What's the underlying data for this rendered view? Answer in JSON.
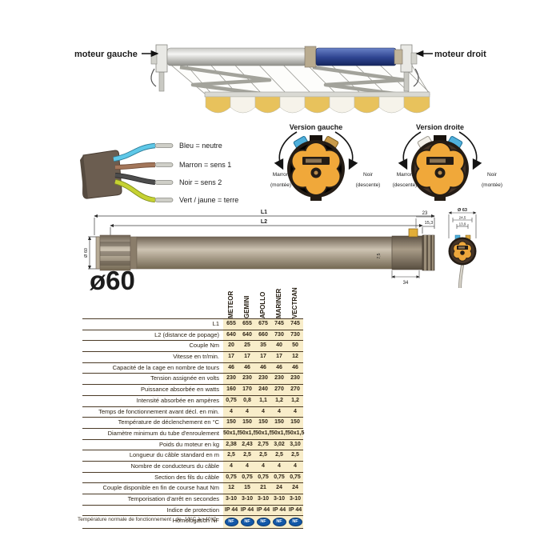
{
  "awning": {
    "label_left": "moteur gauche",
    "label_right": "moteur droit"
  },
  "wiring": {
    "wires": [
      {
        "name": "blue-wire",
        "color": "#5ec8e8",
        "label": "Bleu = neutre"
      },
      {
        "name": "brown-wire",
        "color": "#a3765a",
        "label": "Marron = sens 1"
      },
      {
        "name": "black-wire",
        "color": "#4d4d4d",
        "label": "Noir = sens 2"
      },
      {
        "name": "green-yellow-wire",
        "color": "#c6d232",
        "label": "Vert / jaune = terre"
      }
    ]
  },
  "versions": {
    "gauche": {
      "title": "Version gauche",
      "left_label": "Marron",
      "left_sub": "(montée)",
      "right_label": "Noir",
      "right_sub": "(descente)"
    },
    "droite": {
      "title": "Version droite",
      "left_label": "Marron",
      "left_sub": "(descente)",
      "right_label": "Noir",
      "right_sub": "(montée)"
    }
  },
  "drawing": {
    "dim_l1": "L1",
    "dim_l2": "L2",
    "dim_23": "23",
    "dim_15_3": "15,3",
    "dim_34": "34",
    "dim_7_5": "7,5",
    "dim_d60_side": "Ø 60",
    "dim_d63": "Ø 63",
    "dim_24_5": "24,5",
    "dim_13_9": "13,9",
    "big_diameter": "ø60",
    "accent_color": "#f29b25"
  },
  "table": {
    "columns": [
      "METEOR",
      "GEMINI",
      "APOLLO",
      "MARINER",
      "VECTRAN"
    ],
    "rows": [
      {
        "label": "L1",
        "values": [
          "655",
          "655",
          "675",
          "745",
          "745"
        ]
      },
      {
        "label": "L2 (distance de popage)",
        "values": [
          "640",
          "640",
          "660",
          "730",
          "730"
        ]
      },
      {
        "label": "Couple Nm",
        "values": [
          "20",
          "25",
          "35",
          "40",
          "50"
        ]
      },
      {
        "label": "Vitesse en tr/min.",
        "values": [
          "17",
          "17",
          "17",
          "17",
          "12"
        ]
      },
      {
        "label": "Capacité de la cage en nombre de tours",
        "values": [
          "46",
          "46",
          "46",
          "46",
          "46"
        ]
      },
      {
        "label": "Tension assignée en volts",
        "values": [
          "230",
          "230",
          "230",
          "230",
          "230"
        ]
      },
      {
        "label": "Puissance absorbée en watts",
        "values": [
          "160",
          "170",
          "240",
          "270",
          "270"
        ]
      },
      {
        "label": "Intensité absorbée en ampères",
        "values": [
          "0,75",
          "0,8",
          "1,1",
          "1,2",
          "1,2"
        ]
      },
      {
        "label": "Temps de fonctionnement avant décl. en min.",
        "values": [
          "4",
          "4",
          "4",
          "4",
          "4"
        ]
      },
      {
        "label": "Température de déclenchement en °C",
        "values": [
          "150",
          "150",
          "150",
          "150",
          "150"
        ]
      },
      {
        "label": "Diamètre minimum du tube d'enroulement",
        "values": [
          "50x1,5",
          "50x1,5",
          "50x1,5",
          "50x1,5",
          "50x1,5"
        ]
      },
      {
        "label": "Poids du moteur en kg",
        "values": [
          "2,38",
          "2,43",
          "2,75",
          "3,02",
          "3,10"
        ]
      },
      {
        "label": "Longueur du câble standard en m",
        "values": [
          "2,5",
          "2,5",
          "2,5",
          "2,5",
          "2,5"
        ]
      },
      {
        "label": "Nombre de conducteurs du câble",
        "values": [
          "4",
          "4",
          "4",
          "4",
          "4"
        ]
      },
      {
        "label": "Section des fils du câble",
        "values": [
          "0,75",
          "0,75",
          "0,75",
          "0,75",
          "0,75"
        ]
      },
      {
        "label": "Couple disponible en fin de course haut Nm",
        "values": [
          "12",
          "15",
          "21",
          "24",
          "24"
        ]
      },
      {
        "label": "Temporisation d'arrêt en secondes",
        "values": [
          "3-10",
          "3-10",
          "3-10",
          "3-10",
          "3-10"
        ]
      },
      {
        "label": "Indice de protection",
        "values": [
          "IP 44",
          "IP 44",
          "IP 44",
          "IP 44",
          "IP 44"
        ]
      },
      {
        "label": "Homologation NF",
        "values": [
          "NF",
          "NF",
          "NF",
          "NF",
          "NF"
        ],
        "badge": true
      }
    ],
    "cell_bg": "#f8edca",
    "line_color": "#4a3a26",
    "badge_color": "#1458a8"
  },
  "footnote": "Température normale de fonctionnement : de -10°C à +40°C"
}
